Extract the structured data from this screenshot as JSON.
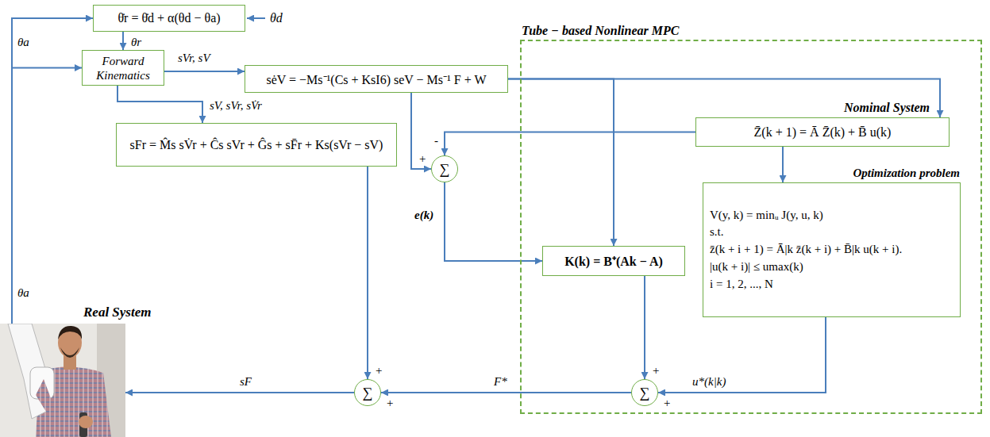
{
  "diagram": {
    "nodes": [
      {
        "text": [
          "θ̇r = θ̇d + α(θd − θa)"
        ]
      },
      {
        "text": [
          "Forward Kinematics"
        ]
      },
      {
        "text": [
          "sėV = −Ms⁻¹(Cs + KsI6) seV − Ms⁻¹ F + W"
        ]
      },
      {
        "text": [
          "sFr = M̂s sV̇r + Ĉs sVr + Ĝs + sF̄r + Ks(sVr − sV)"
        ]
      },
      {
        "text": [
          "Tube − based Nonlinear MPC"
        ]
      },
      {
        "text": [
          "Nominal System",
          "Z̄(k + 1) = Ā Z̄(k) + B̄ u(k)"
        ],
        "in": 4
      },
      {
        "text": [
          "∑"
        ]
      },
      {
        "text": [
          "Optimization problem",
          "V(y, k) = minᵤ J(y, u, k)",
          "s.t.",
          "z̄(k + i + 1) = Ā|k z̄(k + i) + B̄|k u(k + i).",
          "|u(k + i)| ≤ umax(k)",
          "i = 1, 2, ..., N"
        ],
        "in": 4
      },
      {
        "text": [
          "K(k) = B⁺(Ak − A)"
        ],
        "in": 4
      },
      {
        "text": [
          "Real System"
        ]
      },
      {
        "text": [
          "∑"
        ]
      },
      {
        "text": [
          "∑"
        ],
        "in": 4
      }
    ],
    "edges": [
      {
        "from": 0,
        "to": 1,
        "label": "θr",
        "arrow": "to"
      },
      {
        "from": 1,
        "to": 2,
        "label": "sVr, sV",
        "arrow": "to"
      },
      {
        "from": 1,
        "to": 3,
        "label": "sV, sVr, sV̇r",
        "arrow": "to"
      },
      {
        "from": 2,
        "to": 5,
        "arrow": "to"
      },
      {
        "from": 2,
        "to": 8,
        "arrow": "to"
      },
      {
        "from": 2,
        "to": 6,
        "arrow": "to"
      },
      {
        "from": 5,
        "to": 6,
        "arrow": "to"
      },
      {
        "from": 5,
        "to": 7,
        "arrow": "to"
      },
      {
        "from": 6,
        "to": 8,
        "label": "e(k)",
        "arrow": "to"
      },
      {
        "from": 8,
        "to": 11,
        "arrow": "to"
      },
      {
        "from": 7,
        "to": 11,
        "label": "u*(k|k)",
        "arrow": "to"
      },
      {
        "from": 11,
        "to": 10,
        "label": "F*",
        "arrow": "to"
      },
      {
        "from": 3,
        "to": 10,
        "arrow": "to"
      },
      {
        "from": 10,
        "to": 9,
        "label": "sF",
        "arrow": "to"
      },
      {
        "from": 9,
        "to": 0,
        "label": "θa",
        "arrow": "to"
      },
      {
        "from": 9,
        "to": 1,
        "label": "θa",
        "arrow": "to"
      }
    ],
    "labels": [
      "θd",
      "-",
      "+",
      "+",
      "+",
      "+",
      "+"
    ]
  }
}
